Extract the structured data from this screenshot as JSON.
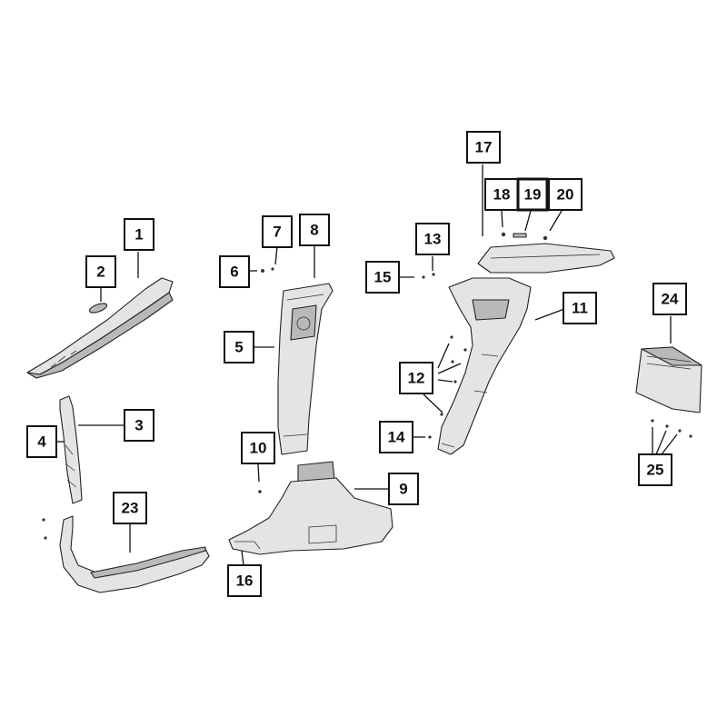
{
  "callouts": {
    "c1": "1",
    "c2": "2",
    "c3": "3",
    "c4": "4",
    "c5": "5",
    "c6": "6",
    "c7": "7",
    "c8": "8",
    "c9": "9",
    "c10": "10",
    "c11": "11",
    "c12": "12",
    "c13": "13",
    "c14": "14",
    "c15": "15",
    "c16": "16",
    "c17": "17",
    "c18": "18",
    "c19": "19",
    "c20": "20",
    "c23": "23",
    "c24": "24",
    "c25": "25"
  },
  "colors": {
    "line": "#111111",
    "part_fill": "#e4e4e4",
    "part_shade": "#b9b9b9",
    "background": "#ffffff"
  }
}
